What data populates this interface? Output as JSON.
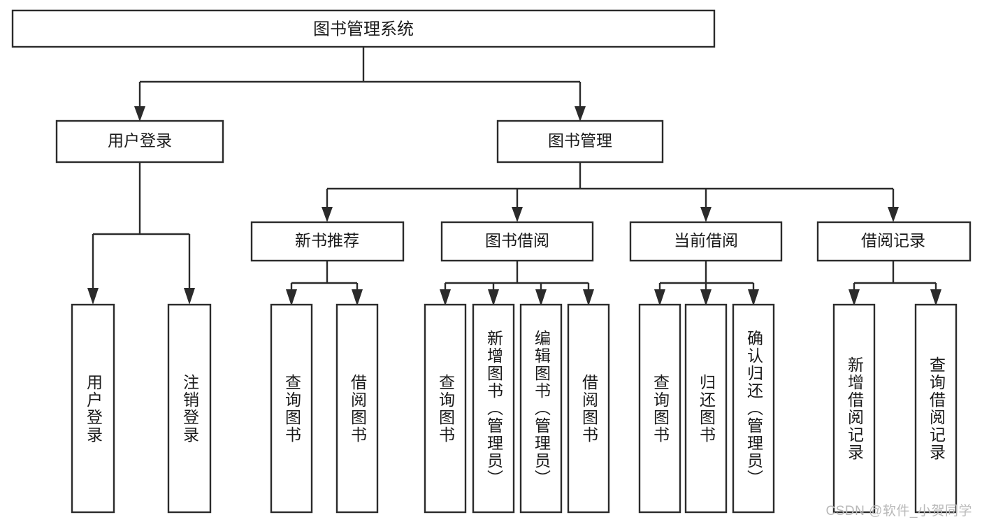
{
  "diagram": {
    "type": "tree",
    "title": "图书管理系统",
    "watermark": "CSDN @软件_小贺同学",
    "root": {
      "id": "root",
      "label": "图书管理系统",
      "orientation": "horizontal"
    },
    "level1": [
      {
        "id": "user-login",
        "label": "用户登录",
        "orientation": "horizontal"
      },
      {
        "id": "book-manage",
        "label": "图书管理",
        "orientation": "horizontal"
      }
    ],
    "level2": [
      {
        "id": "new-book-recommend",
        "label": "新书推荐",
        "orientation": "horizontal",
        "parent": "book-manage"
      },
      {
        "id": "book-borrow",
        "label": "图书借阅",
        "orientation": "horizontal",
        "parent": "book-manage"
      },
      {
        "id": "current-borrow",
        "label": "当前借阅",
        "orientation": "horizontal",
        "parent": "book-manage"
      },
      {
        "id": "borrow-record",
        "label": "借阅记录",
        "orientation": "horizontal",
        "parent": "book-manage"
      }
    ],
    "leaves": [
      {
        "id": "leaf-user-login",
        "label": "用户登录",
        "orientation": "vertical",
        "parent": "user-login"
      },
      {
        "id": "leaf-logout-login",
        "label": "注销登录",
        "orientation": "vertical",
        "parent": "user-login"
      },
      {
        "id": "leaf-query-book-1",
        "label": "查询图书",
        "orientation": "vertical",
        "parent": "new-book-recommend"
      },
      {
        "id": "leaf-borrow-book-1",
        "label": "借阅图书",
        "orientation": "vertical",
        "parent": "new-book-recommend"
      },
      {
        "id": "leaf-query-book-2",
        "label": "查询图书",
        "orientation": "vertical",
        "parent": "book-borrow"
      },
      {
        "id": "leaf-add-book",
        "label": "新增图书（管理员）",
        "orientation": "vertical",
        "parent": "book-borrow"
      },
      {
        "id": "leaf-edit-book",
        "label": "编辑图书（管理员）",
        "orientation": "vertical",
        "parent": "book-borrow"
      },
      {
        "id": "leaf-borrow-book-2",
        "label": "借阅图书",
        "orientation": "vertical",
        "parent": "book-borrow"
      },
      {
        "id": "leaf-query-book-3",
        "label": "查询图书",
        "orientation": "vertical",
        "parent": "current-borrow"
      },
      {
        "id": "leaf-return-book",
        "label": "归还图书",
        "orientation": "vertical",
        "parent": "current-borrow"
      },
      {
        "id": "leaf-confirm-return",
        "label": "确认归还（管理员）",
        "orientation": "vertical",
        "parent": "current-borrow"
      },
      {
        "id": "leaf-add-record",
        "label": "新增借阅记录",
        "orientation": "vertical",
        "parent": "borrow-record"
      },
      {
        "id": "leaf-query-record",
        "label": "查询借阅记录",
        "orientation": "vertical",
        "parent": "borrow-record"
      }
    ],
    "colors": {
      "stroke": "#2b2b2b",
      "fill": "#ffffff",
      "text": "#1a1a1a",
      "watermark": "#b9b9b9"
    }
  }
}
